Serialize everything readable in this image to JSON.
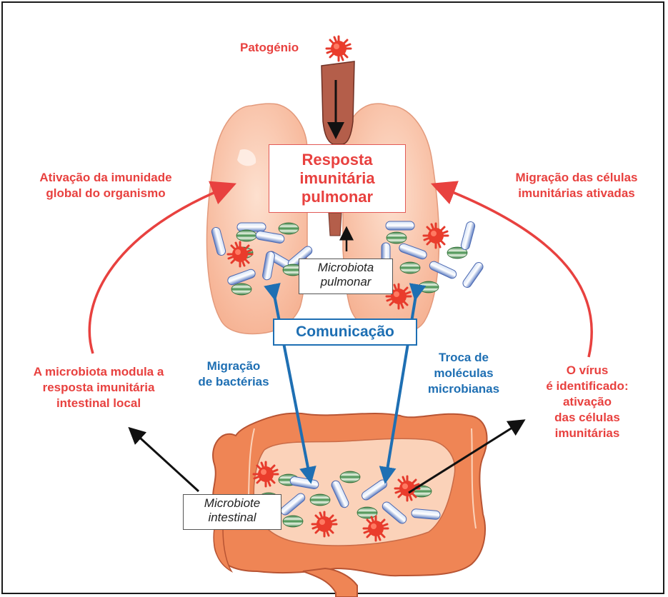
{
  "pathogen_label": "Patogénio",
  "lung_response": {
    "line1": "Resposta",
    "line2": "imunitária",
    "line3": "pulmonar"
  },
  "left_top": {
    "line1": "Ativação da imunidade",
    "line2": "global do organismo"
  },
  "right_top": {
    "line1": "Migração das células",
    "line2": "imunitárias ativadas"
  },
  "microbiota_pulmonar": {
    "line1": "Microbiota",
    "line2": "pulmonar"
  },
  "communication": "Comunicação",
  "bacteria_migration": {
    "line1": "Migração",
    "line2": "de bactérias"
  },
  "molecule_exchange": {
    "line1": "Troca de",
    "line2": "moléculas",
    "line3": "microbianas"
  },
  "left_mid": {
    "line1": "A microbiota modula a",
    "line2": "resposta imunitária",
    "line3": "intestinal local"
  },
  "right_mid": {
    "line1": "O vírus",
    "line2": "é identificado:",
    "line3": "ativação",
    "line4": "das células",
    "line5": "imunitárias"
  },
  "microbiote_intestinal": {
    "line1": "Microbiote",
    "line2": "intestinal"
  },
  "colors": {
    "red_text": "#e8413f",
    "blue_text": "#1e6fb3",
    "lung_fill": "#f9c2a6",
    "intestine_fill": "#ef8555",
    "trachea_fill": "#b45e4a"
  }
}
